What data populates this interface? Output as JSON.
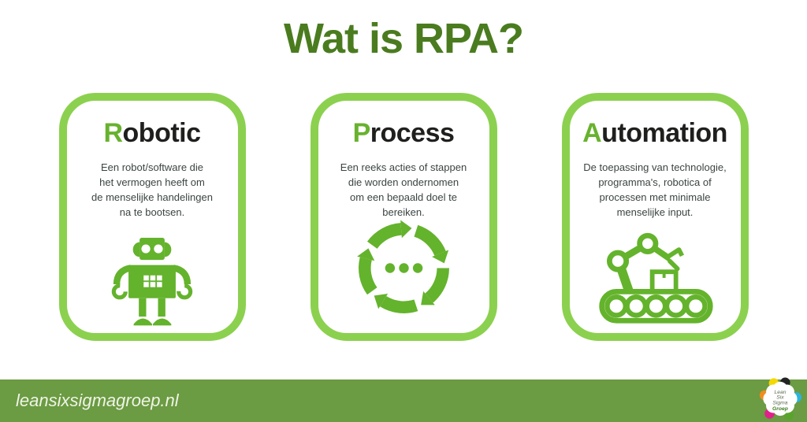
{
  "title": "Wat is RPA?",
  "cards": [
    {
      "word": "Robotic",
      "first_letter": "R",
      "rest": "obotic",
      "icon": "robot-icon",
      "lines": [
        "Een robot/software die",
        "het vermogen heeft om",
        "de menselijke handelingen",
        "na te bootsen."
      ]
    },
    {
      "word": "Process",
      "first_letter": "P",
      "rest": "rocess",
      "icon": "cycle-icon",
      "lines": [
        "Een reeks acties of stappen",
        "die worden ondernomen",
        "om een bepaald doel te",
        "bereiken."
      ]
    },
    {
      "word": "Automation",
      "first_letter": "A",
      "rest": "utomation",
      "icon": "robot-arm-icon",
      "lines": [
        "De toepassing van technologie,",
        "programma's, robotica of",
        "processen met minimale",
        "menselijke input."
      ]
    }
  ],
  "footer": {
    "website": "leansixsigmagroep.nl"
  },
  "logo": {
    "lines": [
      "Lean",
      "Six",
      "Sigma",
      "Groep"
    ]
  },
  "colors": {
    "title_green": "#4a7c1f",
    "accent_green": "#68b22e",
    "border_green": "#8bd14f",
    "icon_green": "#64b32c",
    "footer_green": "#6b9b42",
    "heading_dark": "#1f1f1d",
    "body_text": "#3c4540"
  }
}
